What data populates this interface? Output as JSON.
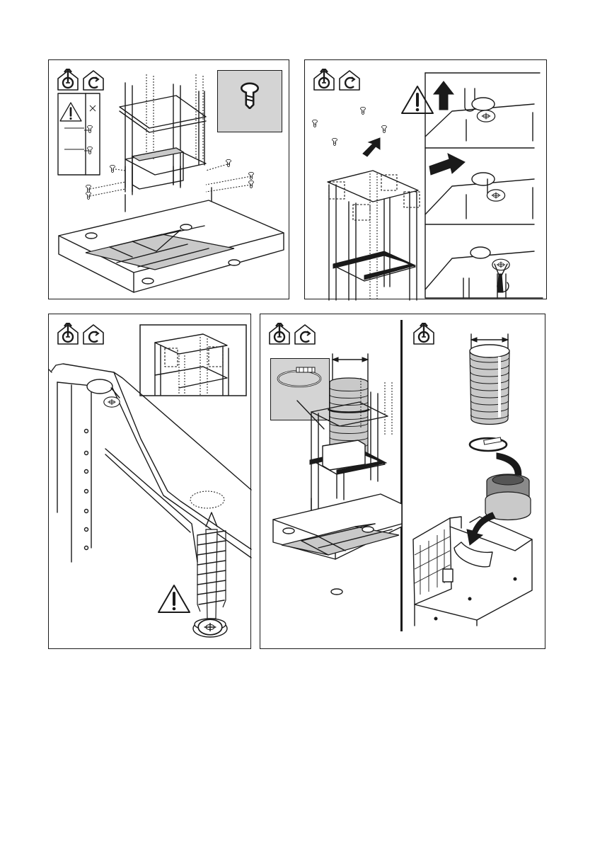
{
  "page": {
    "background": "#ffffff",
    "line_color": "#1a1a1a",
    "shade_color": "#d4d4d4"
  },
  "panels": [
    {
      "id": "panel-1",
      "icons": [
        "ducted-mode-icon",
        "recirculation-mode-icon"
      ],
      "callouts": [
        "warning-icon",
        "screw-detail-icon"
      ]
    },
    {
      "id": "panel-2",
      "icons": [
        "ducted-mode-icon",
        "recirculation-mode-icon"
      ],
      "callouts": [
        "warning-icon",
        "bracket-step-1",
        "bracket-step-2",
        "bracket-step-3"
      ]
    },
    {
      "id": "panel-3",
      "icons": [
        "ducted-mode-icon",
        "recirculation-mode-icon"
      ],
      "callouts": [
        "frame-corner-detail",
        "wood-screw",
        "warning-icon"
      ]
    },
    {
      "id": "panel-4",
      "icons": [
        "ducted-mode-icon",
        "recirculation-mode-icon"
      ],
      "callouts": [
        "hose-clamp-detail",
        "flexible-duct"
      ]
    },
    {
      "id": "panel-5",
      "icons": [
        "ducted-mode-icon"
      ],
      "callouts": [
        "flexible-duct",
        "hose-clamp",
        "duct-adapter",
        "filter-unit"
      ]
    }
  ]
}
